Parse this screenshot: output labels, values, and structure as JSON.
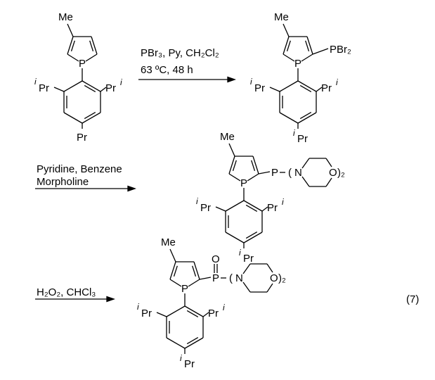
{
  "equation_number": "(7)",
  "steps": [
    {
      "conditions_line1": "PBr₃, Py, CH₂Cl₂",
      "conditions_line2": "63 ºC, 48 h"
    },
    {
      "conditions_line1": "Pyridine, Benzene",
      "conditions_line2": "Morpholine"
    },
    {
      "conditions_line1": "H₂O₂, CHCl₃"
    }
  ],
  "labels": {
    "me": "Me",
    "p": "P",
    "pr": "Pr",
    "i": "i",
    "pbr2": "PBr₂",
    "n": "N",
    "o": "O",
    "o_close": ")₂",
    "open_paren": "(",
    "o_oxide": "O"
  }
}
